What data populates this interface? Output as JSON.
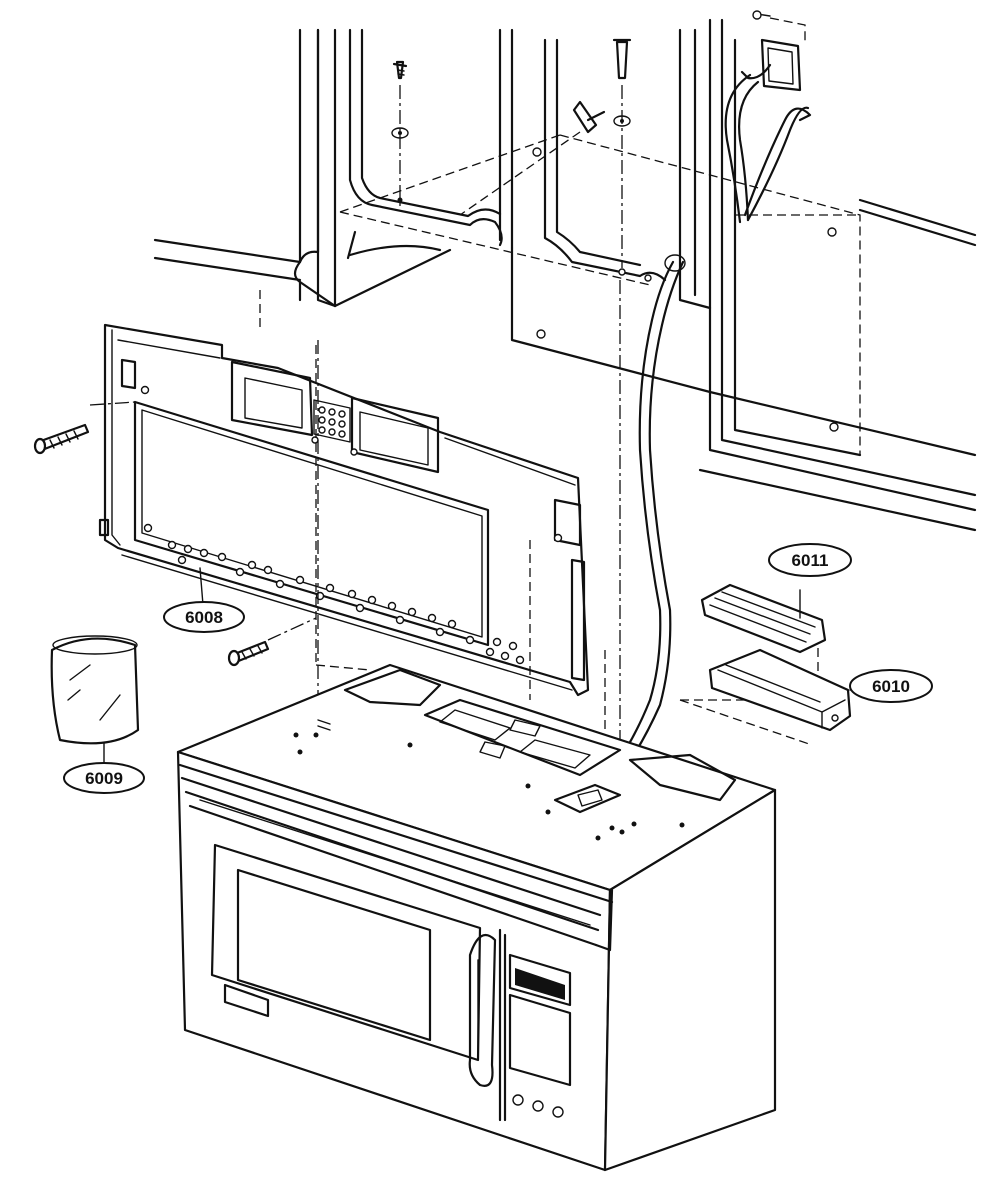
{
  "diagram": {
    "callouts": [
      {
        "id": "6008",
        "label": "6008"
      },
      {
        "id": "6009",
        "label": "6009"
      },
      {
        "id": "6010",
        "label": "6010"
      },
      {
        "id": "6011",
        "label": "6011"
      }
    ]
  }
}
